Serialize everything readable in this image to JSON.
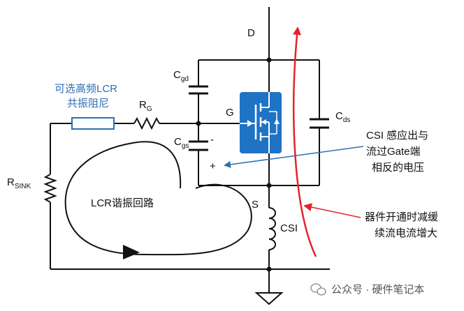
{
  "labels": {
    "drain": "D",
    "gate": "G",
    "source": "S",
    "cgd_main": "C",
    "cgd_sub": "gd",
    "cgs_main": "C",
    "cgs_sub": "gs",
    "cds_main": "C",
    "cds_sub": "ds",
    "rg_main": "R",
    "rg_sub": "G",
    "rsink_main": "R",
    "rsink_sub": "SINK",
    "csi": "CSI",
    "minus": "-",
    "plus": "+"
  },
  "notes": {
    "lcr_optional_line1": "可选高频LCR",
    "lcr_optional_line2": "共振阻尼",
    "lcr_loop": "LCR谐振回路",
    "csi_voltage_line1": "CSI 感应出与",
    "csi_voltage_line2": "流过Gate端",
    "csi_voltage_line3": "相反的电压",
    "current_line1": "器件开通时减缓",
    "current_line2": "续流电流增大"
  },
  "watermark": {
    "text": "公众号 · 硬件笔记本",
    "icon": "wechat-icon"
  },
  "colors": {
    "mosfet": "#1f73c5",
    "current_arrow": "#e3232c",
    "annotation_blue": "#2f6fb3",
    "wire": "#111111"
  }
}
